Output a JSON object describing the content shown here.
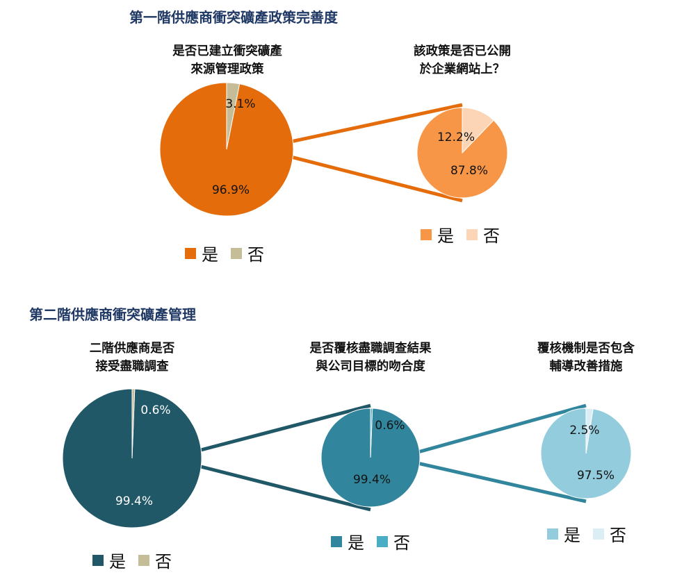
{
  "sections": [
    {
      "title": "第一階供應商衝突礦產政策完善度"
    },
    {
      "title": "第二階供應商衝突礦產管理"
    }
  ],
  "chart_data": [
    {
      "type": "pie",
      "title": "是否已建立衝突礦產來源管理政策",
      "title_lines": [
        "是否已建立衝突礦產",
        "來源管理政策"
      ],
      "categories": [
        "是",
        "否"
      ],
      "values": [
        96.9,
        3.1
      ],
      "labels": [
        "96.9%",
        "3.1%"
      ],
      "colors": [
        "#e46c0a",
        "#c4bd97"
      ],
      "label_colors": [
        "#111111",
        "#111111"
      ]
    },
    {
      "type": "pie",
      "title": "該政策是否已公開於企業網站上？",
      "title_lines": [
        "該政策是否已公開",
        "於企業網站上？"
      ],
      "categories": [
        "是",
        "否"
      ],
      "values": [
        87.8,
        12.2
      ],
      "labels": [
        "87.8%",
        "12.2%"
      ],
      "colors": [
        "#f79646",
        "#fbd5b5"
      ],
      "label_colors": [
        "#111111",
        "#111111"
      ]
    },
    {
      "type": "pie",
      "title": "二階供應商是否接受盡職調查",
      "title_lines": [
        "二階供應商是否",
        "接受盡職調查"
      ],
      "categories": [
        "是",
        "否"
      ],
      "values": [
        99.4,
        0.6
      ],
      "labels": [
        "99.4%",
        "0.6%"
      ],
      "colors": [
        "#215868",
        "#c4bd97"
      ],
      "label_colors": [
        "#ffffff",
        "#ffffff"
      ]
    },
    {
      "type": "pie",
      "title": "是否覆核盡職調查結果與公司目標的吻合度",
      "title_lines": [
        "是否覆核盡職調查結果",
        "與公司目標的吻合度"
      ],
      "categories": [
        "是",
        "否"
      ],
      "values": [
        99.4,
        0.6
      ],
      "labels": [
        "99.4%",
        "0.6%"
      ],
      "colors": [
        "#31859c",
        "#4bacc6"
      ],
      "label_colors": [
        "#111111",
        "#111111"
      ]
    },
    {
      "type": "pie",
      "title": "覆核機制是否包含輔導改善措施",
      "title_lines": [
        "覆核機制是否包含",
        "輔導改善措施"
      ],
      "categories": [
        "是",
        "否"
      ],
      "values": [
        97.5,
        2.5
      ],
      "labels": [
        "97.5%",
        "2.5%"
      ],
      "colors": [
        "#93cddd",
        "#dbeef4"
      ],
      "label_colors": [
        "#111111",
        "#111111"
      ]
    }
  ]
}
